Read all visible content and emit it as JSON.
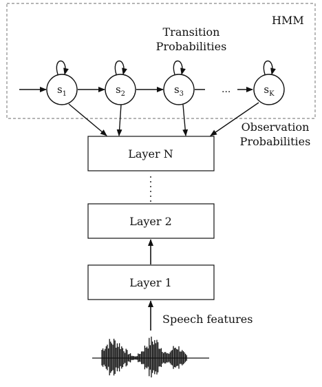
{
  "hmm": {
    "label": "HMM",
    "transition_label": [
      "Transition",
      "Probabilities"
    ],
    "observation_label": [
      "Observation",
      "Probabilities"
    ],
    "states": [
      {
        "base": "s",
        "sub": "1"
      },
      {
        "base": "s",
        "sub": "2"
      },
      {
        "base": "s",
        "sub": "3"
      },
      {
        "base": "s",
        "sub": "K"
      }
    ],
    "ellipsis": "..."
  },
  "layers": {
    "top": "Layer N",
    "middle": "Layer 2",
    "bottom": "Layer 1"
  },
  "input": {
    "label": "Speech features"
  },
  "colors": {
    "stroke": "#111111",
    "dashed_border": "#888888",
    "background": "#ffffff"
  }
}
